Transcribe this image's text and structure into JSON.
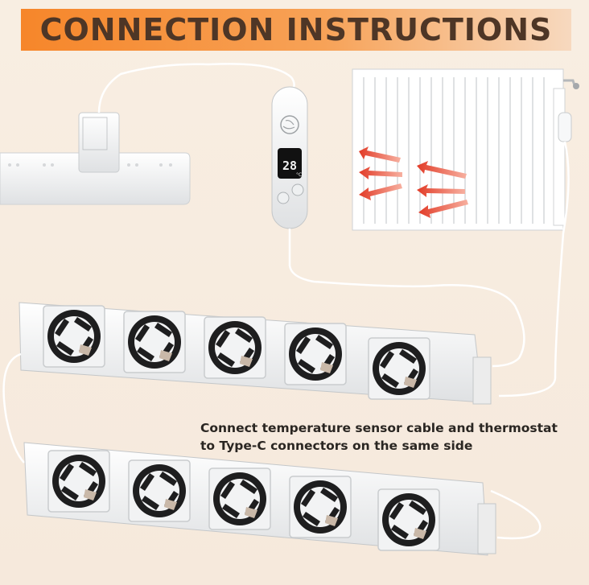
{
  "header": {
    "title": "CONNECTION INSTRUCTIONS"
  },
  "thermostat": {
    "display_value": "28",
    "display_unit": "°C"
  },
  "caption": {
    "line1": "Connect temperature sensor cable and thermostat",
    "line2": "to Type-C connectors on the same side"
  },
  "colors": {
    "banner_start": "#f6862a",
    "banner_end": "#f7d9bf",
    "title_text": "#4e3626",
    "heat_arrow": "#e8492e",
    "background": "#f7ecdf"
  },
  "icons": [
    "power-adapter-icon",
    "power-strip-icon",
    "thermostat-icon",
    "radiator-icon",
    "heat-arrow-icon",
    "fan-icon"
  ]
}
